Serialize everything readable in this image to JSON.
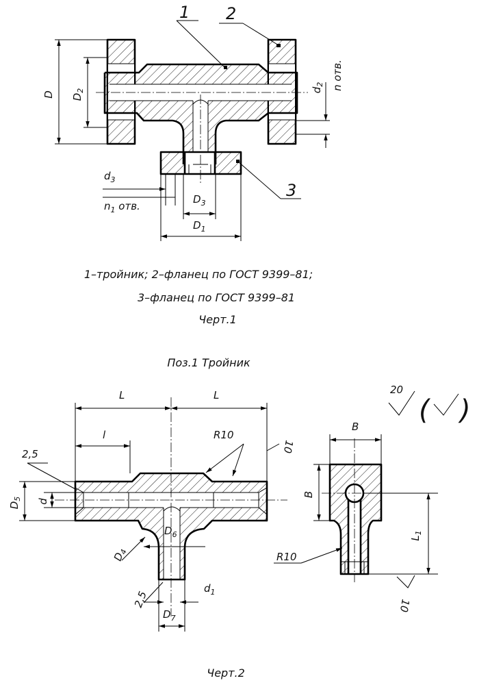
{
  "figure1": {
    "callouts": [
      "1",
      "2",
      "3"
    ],
    "dims": {
      "D": "D",
      "D2": "D",
      "D2_sub": "2",
      "d2": "d",
      "d2_sub": "2",
      "n_holes": "n отв.",
      "d3": "d",
      "d3_sub": "3",
      "n1_holes_a": "n",
      "n1_holes_sub": "1",
      "n1_holes_b": " отв.",
      "D3": "D",
      "D3_sub": "3",
      "D1": "D",
      "D1_sub": "1"
    },
    "caption_line1": "1–тройник; 2–фланец по ГОСТ 9399–81;",
    "caption_line2": "3–фланец по ГОСТ 9399–81",
    "caption_label": "Черт.1"
  },
  "section_title": "Поз.1 Тройник",
  "figure2": {
    "roughness_value": "20",
    "roughness_paren_open": "(",
    "roughness_paren_close": ")",
    "dims": {
      "L_left": "L",
      "L_right": "L",
      "l": "l",
      "R10_top": "R10",
      "R10_side": "R10",
      "chamfer_top": "2,5",
      "chamfer_bottom": "2,5",
      "D5": "D",
      "D5_sub": "5",
      "d": "d",
      "D4": "D",
      "D4_sub": "4",
      "D6": "D",
      "D6_sub": "6",
      "d1": "d",
      "d1_sub": "1",
      "D7": "D",
      "D7_sub": "7",
      "B_top": "B",
      "B_side": "B",
      "L1": "L",
      "L1_sub": "1",
      "rough_10_a": "10",
      "rough_10_b": "10"
    },
    "caption_label": "Черт.2"
  }
}
